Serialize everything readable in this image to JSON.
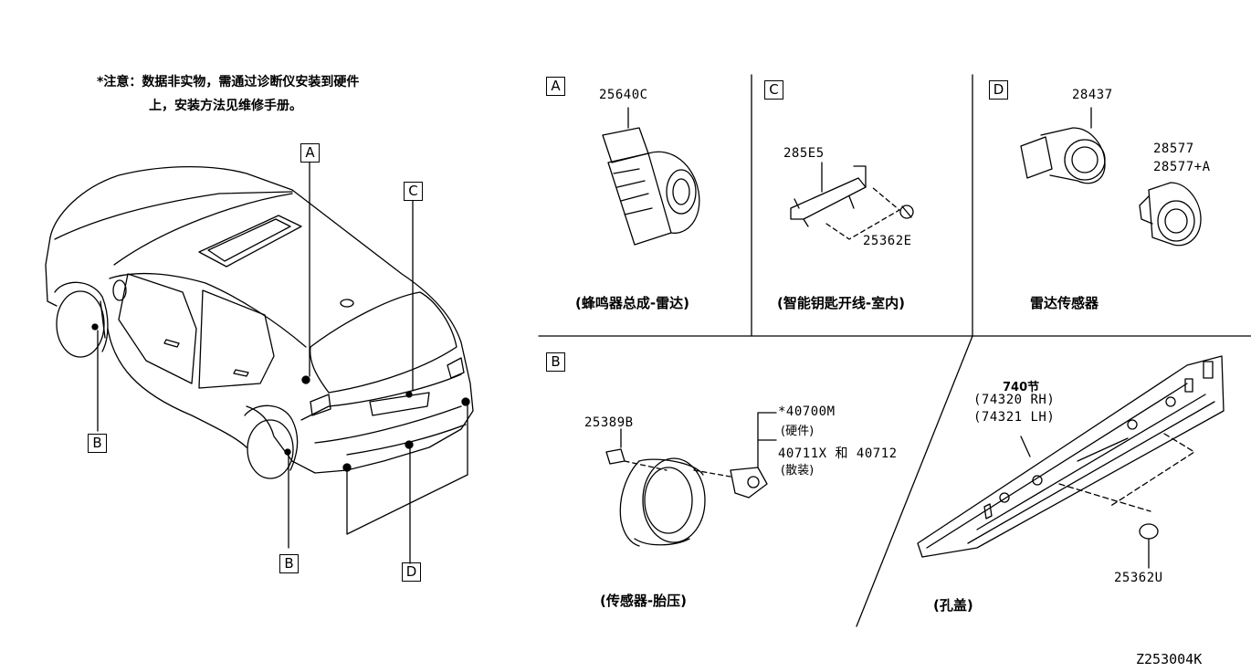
{
  "note": {
    "line1": "*注意：数据非实物，需通过诊断仪安装到硬件",
    "line2": "上，安装方法见维修手册。"
  },
  "callouts": {
    "a": "A",
    "b": "B",
    "c": "C",
    "d": "D"
  },
  "panel_a": {
    "part": "25640C",
    "caption": "(蜂鸣器总成-雷达)"
  },
  "panel_c": {
    "part1": "285E5",
    "part2": "25362E",
    "caption": "(智能钥匙开线-室内)"
  },
  "panel_d": {
    "part1": "28437",
    "part2": "28577",
    "part3": "28577+A",
    "caption": "雷达传感器"
  },
  "panel_b": {
    "part1": "25389B",
    "part2": "*40700M",
    "part2_note": "(硬件)",
    "part3": "40711X 和 40712",
    "part3_note": "(散装)",
    "caption": "(传感器-胎压)"
  },
  "panel_trim": {
    "title": "740节",
    "rh": "(74320 RH)",
    "lh": "(74321 LH)",
    "part": "25362U",
    "caption": "(孔盖)"
  },
  "diagram_ref": "Z253004K"
}
